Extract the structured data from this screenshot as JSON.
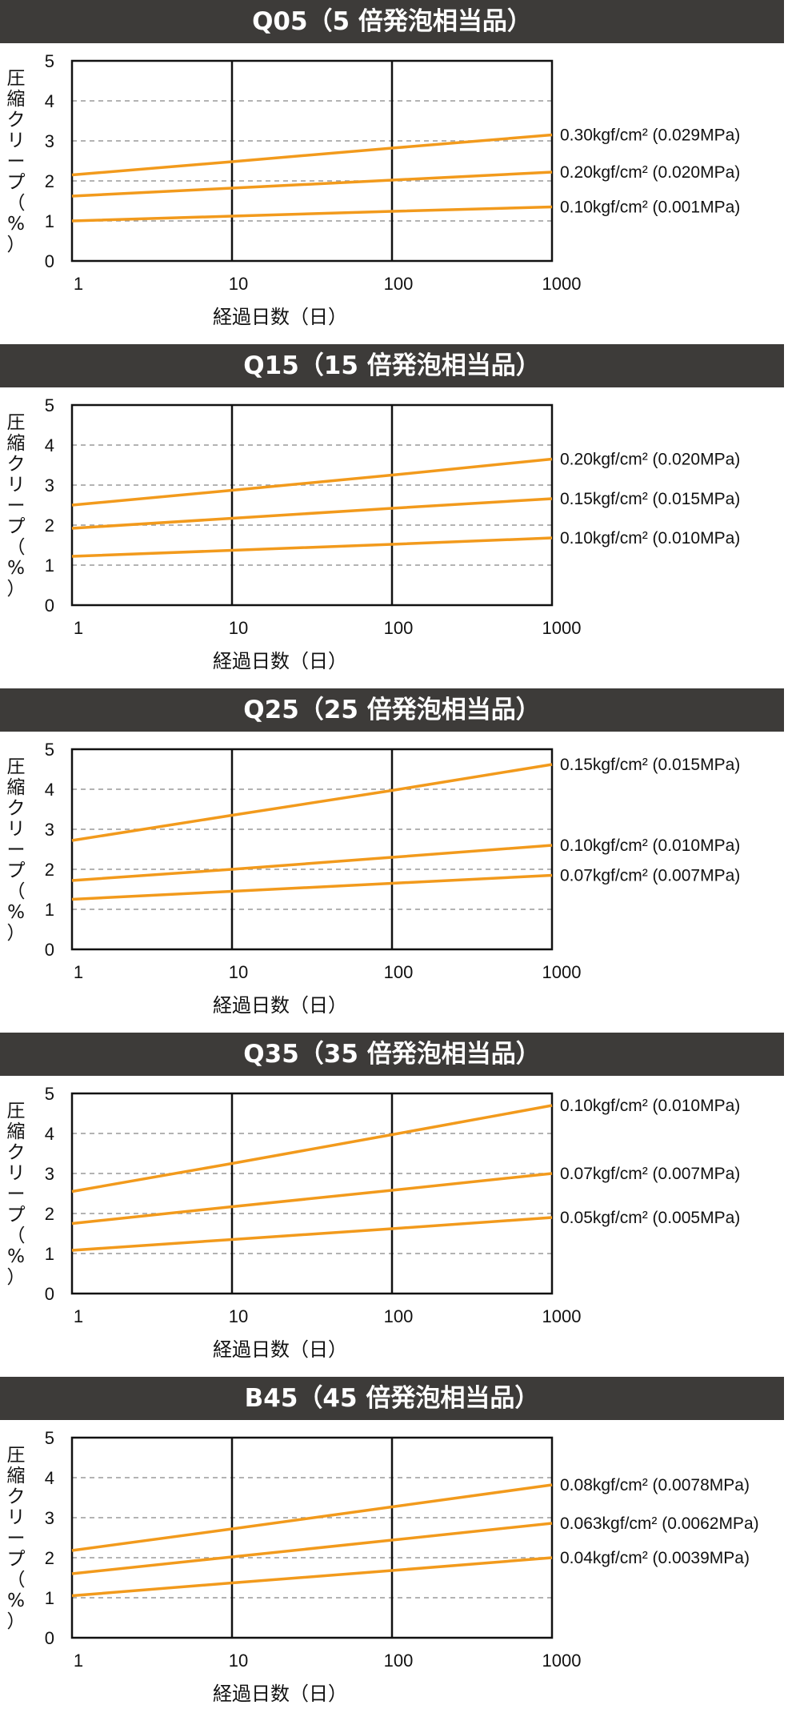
{
  "chart_data": [
    {
      "type": "line",
      "title": "Q05（5 倍発泡相当品）",
      "ylabel": "圧縮クリープ（%）",
      "xlabel": "経過日数（日）",
      "x_scale": "log",
      "xlim": [
        1,
        1000
      ],
      "ylim": [
        0,
        5
      ],
      "x_ticks": [
        "1",
        "10",
        "100",
        "1000"
      ],
      "y_ticks": [
        "0",
        "1",
        "2",
        "3",
        "4",
        "5"
      ],
      "grid": "dashed horizontal at 1,2,3,4; solid vertical at 10,100",
      "series": [
        {
          "name": "0.30kgf/cm² (0.029MPa)",
          "x": [
            1,
            10,
            100,
            1000
          ],
          "values": [
            2.15,
            2.48,
            2.82,
            3.15
          ]
        },
        {
          "name": "0.20kgf/cm² (0.020MPa)",
          "x": [
            1,
            10,
            100,
            1000
          ],
          "values": [
            1.62,
            1.82,
            2.02,
            2.22
          ]
        },
        {
          "name": "0.10kgf/cm² (0.001MPa)",
          "x": [
            1,
            10,
            100,
            1000
          ],
          "values": [
            1.0,
            1.12,
            1.24,
            1.35
          ]
        }
      ]
    },
    {
      "type": "line",
      "title": "Q15（15 倍発泡相当品）",
      "ylabel": "圧縮クリープ（%）",
      "xlabel": "経過日数（日）",
      "x_scale": "log",
      "xlim": [
        1,
        1000
      ],
      "ylim": [
        0,
        5
      ],
      "x_ticks": [
        "1",
        "10",
        "100",
        "1000"
      ],
      "y_ticks": [
        "0",
        "1",
        "2",
        "3",
        "4",
        "5"
      ],
      "grid": "dashed horizontal at 1,2,3,4; solid vertical at 10,100",
      "series": [
        {
          "name": "0.20kgf/cm² (0.020MPa)",
          "x": [
            1,
            10,
            100,
            1000
          ],
          "values": [
            2.5,
            2.87,
            3.25,
            3.65
          ]
        },
        {
          "name": "0.15kgf/cm² (0.015MPa)",
          "x": [
            1,
            10,
            100,
            1000
          ],
          "values": [
            1.92,
            2.17,
            2.42,
            2.66
          ]
        },
        {
          "name": "0.10kgf/cm² (0.010MPa)",
          "x": [
            1,
            10,
            100,
            1000
          ],
          "values": [
            1.22,
            1.37,
            1.52,
            1.68
          ]
        }
      ]
    },
    {
      "type": "line",
      "title": "Q25（25 倍発泡相当品）",
      "ylabel": "圧縮クリープ（%）",
      "xlabel": "経過日数（日）",
      "x_scale": "log",
      "xlim": [
        1,
        1000
      ],
      "ylim": [
        0,
        5
      ],
      "x_ticks": [
        "1",
        "10",
        "100",
        "1000"
      ],
      "y_ticks": [
        "0",
        "1",
        "2",
        "3",
        "4",
        "5"
      ],
      "grid": "dashed horizontal at 1,2,3,4; solid vertical at 10,100",
      "series": [
        {
          "name": "0.15kgf/cm² (0.015MPa)",
          "x": [
            1,
            10,
            100,
            1000
          ],
          "values": [
            2.72,
            3.35,
            3.97,
            4.62
          ]
        },
        {
          "name": "0.10kgf/cm² (0.010MPa)",
          "x": [
            1,
            10,
            100,
            1000
          ],
          "values": [
            1.72,
            2.0,
            2.3,
            2.6
          ]
        },
        {
          "name": "0.07kgf/cm² (0.007MPa)",
          "x": [
            1,
            10,
            100,
            1000
          ],
          "values": [
            1.25,
            1.45,
            1.65,
            1.85
          ]
        }
      ]
    },
    {
      "type": "line",
      "title": "Q35（35 倍発泡相当品）",
      "ylabel": "圧縮クリープ（%）",
      "xlabel": "経過日数（日）",
      "x_scale": "log",
      "xlim": [
        1,
        1000
      ],
      "ylim": [
        0,
        5
      ],
      "x_ticks": [
        "1",
        "10",
        "100",
        "1000"
      ],
      "y_ticks": [
        "0",
        "1",
        "2",
        "3",
        "4",
        "5"
      ],
      "grid": "dashed horizontal at 1,2,3,4; solid vertical at 10,100",
      "series": [
        {
          "name": "0.10kgf/cm² (0.010MPa)",
          "x": [
            1,
            10,
            100,
            1000
          ],
          "values": [
            2.55,
            3.25,
            3.97,
            4.7
          ]
        },
        {
          "name": "0.07kgf/cm² (0.007MPa)",
          "x": [
            1,
            10,
            100,
            1000
          ],
          "values": [
            1.75,
            2.17,
            2.58,
            3.0
          ]
        },
        {
          "name": "0.05kgf/cm² (0.005MPa)",
          "x": [
            1,
            10,
            100,
            1000
          ],
          "values": [
            1.08,
            1.35,
            1.62,
            1.9
          ]
        }
      ]
    },
    {
      "type": "line",
      "title": "B45（45 倍発泡相当品）",
      "ylabel": "圧縮クリープ（%）",
      "xlabel": "経過日数（日）",
      "x_scale": "log",
      "xlim": [
        1,
        1000
      ],
      "ylim": [
        0,
        5
      ],
      "x_ticks": [
        "1",
        "10",
        "100",
        "1000"
      ],
      "y_ticks": [
        "0",
        "1",
        "2",
        "3",
        "4",
        "5"
      ],
      "grid": "dashed horizontal at 1,2,3,4; solid vertical at 10,100",
      "series": [
        {
          "name": "0.08kgf/cm² (0.0078MPa)",
          "x": [
            1,
            10,
            100,
            1000
          ],
          "values": [
            2.18,
            2.72,
            3.27,
            3.82
          ]
        },
        {
          "name": "0.063kgf/cm² (0.0062MPa)",
          "x": [
            1,
            10,
            100,
            1000
          ],
          "values": [
            1.6,
            2.02,
            2.44,
            2.86
          ]
        },
        {
          "name": "0.04kgf/cm² (0.0039MPa)",
          "x": [
            1,
            10,
            100,
            1000
          ],
          "values": [
            1.05,
            1.37,
            1.68,
            2.0
          ]
        }
      ]
    }
  ],
  "colors": {
    "line": "#f29a1c",
    "header_bg": "#3d3b39",
    "header_text": "#ffffff",
    "grid_dash": "#9a9a9a",
    "axis": "#111111"
  }
}
